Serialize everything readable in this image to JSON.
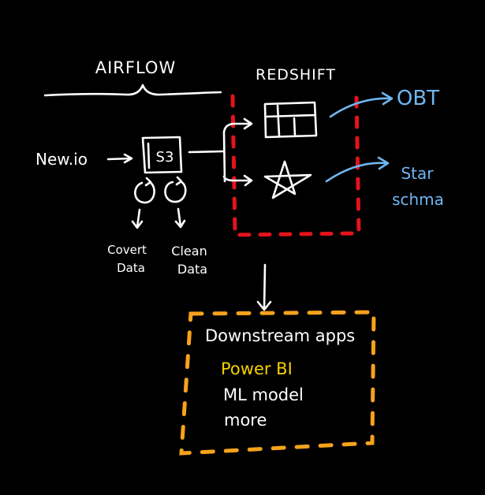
{
  "labels": {
    "airflow": "AIRFLOW",
    "redshift": "REDSHIFT",
    "source": "New.io",
    "s3": "S3",
    "convert_line1": "Covert",
    "convert_line2": "Data",
    "clean_line1": "Clean",
    "clean_line2": "Data",
    "obt": "OBT",
    "star_line1": "Star",
    "star_line2": "schma",
    "downstream_title": "Downstream apps",
    "downstream_items": [
      "Power BI",
      "ML model",
      "more"
    ]
  },
  "colors": {
    "background": "#000000",
    "ink": "#ffffff",
    "redshift_border": "#e3131b",
    "downstream_border": "#f7a21c",
    "output_ink": "#6fb6f0",
    "highlight_item": "#f5d000"
  }
}
